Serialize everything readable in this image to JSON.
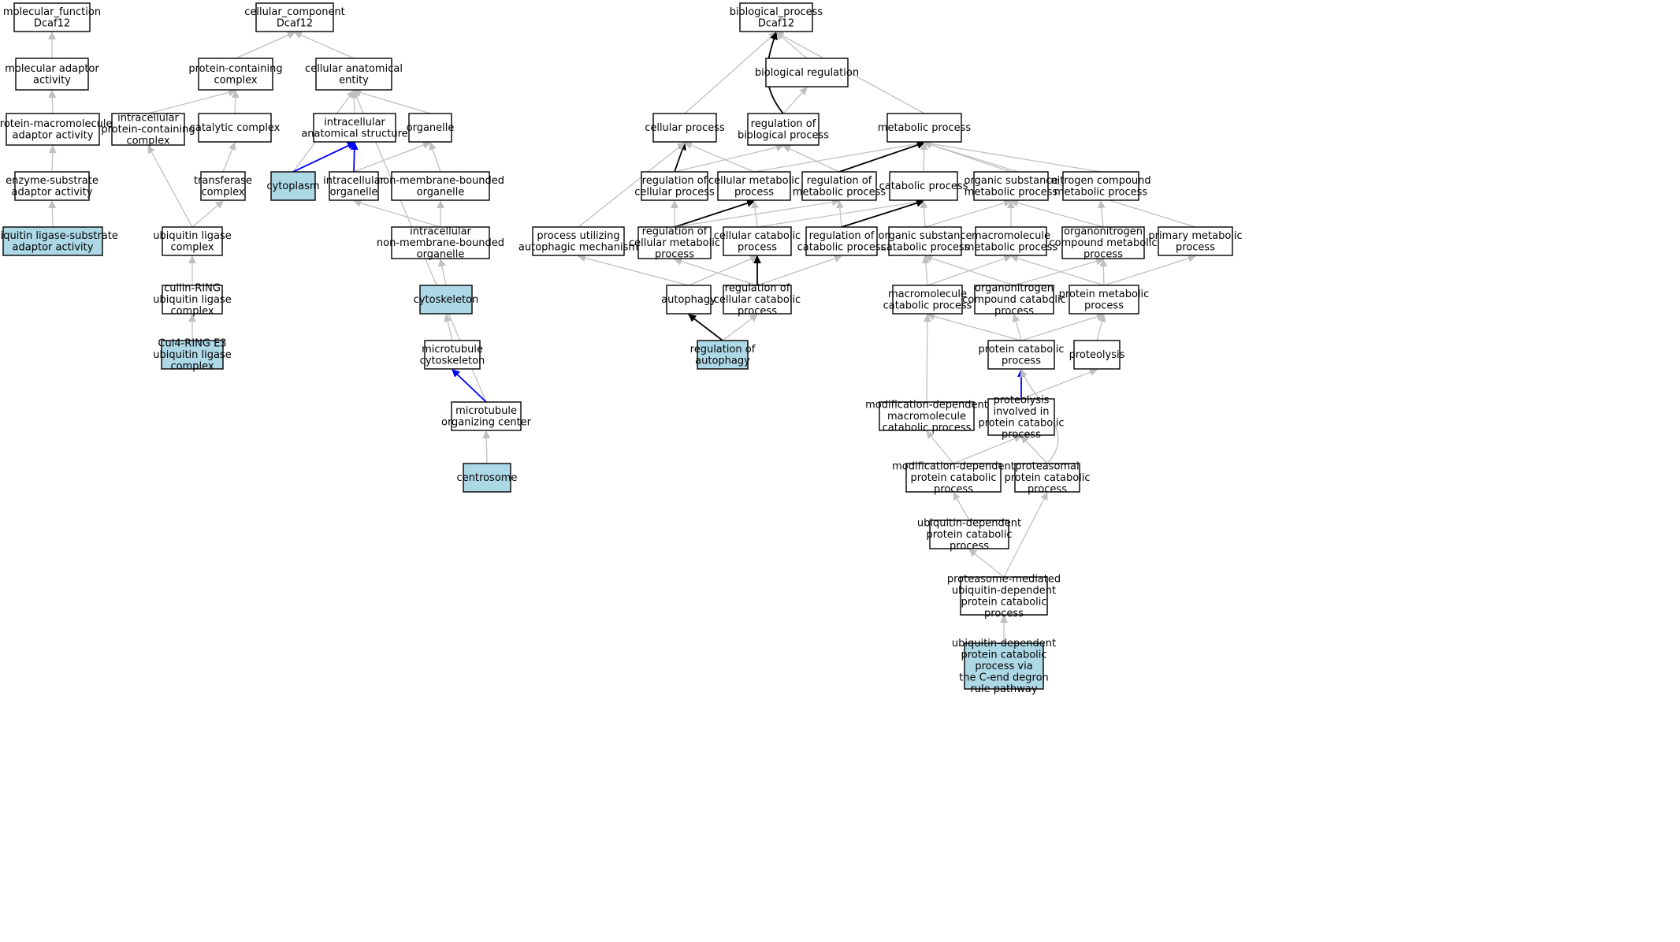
{
  "colors": {
    "default_fill": "#ffffff",
    "highlight_fill": "#add8e6",
    "gray_edge": "#c0c0c0",
    "black_edge": "#000000",
    "blue_edge": "#0000ff"
  },
  "nodes": [
    {
      "id": "mf_root",
      "lines": [
        "molecular_function",
        "Dcaf12"
      ],
      "hl": false
    },
    {
      "id": "mol_adaptor",
      "lines": [
        "molecular adaptor",
        "activity"
      ],
      "hl": false
    },
    {
      "id": "prot_macro_adaptor",
      "lines": [
        "protein-macromolecule",
        "adaptor activity"
      ],
      "hl": false
    },
    {
      "id": "enz_sub_adaptor",
      "lines": [
        "enzyme-substrate",
        "adaptor activity"
      ],
      "hl": false
    },
    {
      "id": "ubl_sub_adaptor",
      "lines": [
        "ubiquitin ligase-substrate",
        "adaptor activity"
      ],
      "hl": true
    },
    {
      "id": "cc_root",
      "lines": [
        "cellular_component",
        "Dcaf12"
      ],
      "hl": false
    },
    {
      "id": "prot_cont_complex",
      "lines": [
        "protein-containing",
        "complex"
      ],
      "hl": false
    },
    {
      "id": "cell_anat_entity",
      "lines": [
        "cellular anatomical",
        "entity"
      ],
      "hl": false
    },
    {
      "id": "intra_prot_cont",
      "lines": [
        "intracellular",
        "protein-containing",
        "complex"
      ],
      "hl": false
    },
    {
      "id": "catalytic_complex",
      "lines": [
        "catalytic complex"
      ],
      "hl": false
    },
    {
      "id": "intra_anat_struct",
      "lines": [
        "intracellular",
        "anatomical structure"
      ],
      "hl": false
    },
    {
      "id": "organelle",
      "lines": [
        "organelle"
      ],
      "hl": false
    },
    {
      "id": "transferase_complex",
      "lines": [
        "transferase",
        "complex"
      ],
      "hl": false
    },
    {
      "id": "cytoplasm",
      "lines": [
        "cytoplasm"
      ],
      "hl": true
    },
    {
      "id": "intra_organelle",
      "lines": [
        "intracellular",
        "organelle"
      ],
      "hl": false
    },
    {
      "id": "nonmem_organelle",
      "lines": [
        "non-membrane-bounded",
        "organelle"
      ],
      "hl": false
    },
    {
      "id": "ubl_complex",
      "lines": [
        "ubiquitin ligase",
        "complex"
      ],
      "hl": false
    },
    {
      "id": "intra_nonmem_organelle",
      "lines": [
        "intracellular",
        "non-membrane-bounded",
        "organelle"
      ],
      "hl": false
    },
    {
      "id": "cullin_ring",
      "lines": [
        "cullin-RING",
        "ubiquitin ligase",
        "complex"
      ],
      "hl": false
    },
    {
      "id": "cytoskeleton",
      "lines": [
        "cytoskeleton"
      ],
      "hl": true
    },
    {
      "id": "cul4_ring",
      "lines": [
        "Cul4-RING E3",
        "ubiquitin ligase",
        "complex"
      ],
      "hl": true
    },
    {
      "id": "mt_cytoskeleton",
      "lines": [
        "microtubule",
        "cytoskeleton"
      ],
      "hl": false
    },
    {
      "id": "mtoc",
      "lines": [
        "microtubule",
        "organizing center"
      ],
      "hl": false
    },
    {
      "id": "centrosome",
      "lines": [
        "centrosome"
      ],
      "hl": true
    },
    {
      "id": "bp_root",
      "lines": [
        "biological_process",
        "Dcaf12"
      ],
      "hl": false
    },
    {
      "id": "bio_reg",
      "lines": [
        "biological regulation"
      ],
      "hl": false
    },
    {
      "id": "cell_proc",
      "lines": [
        "cellular process"
      ],
      "hl": false
    },
    {
      "id": "reg_bio_proc",
      "lines": [
        "regulation of",
        "biological process"
      ],
      "hl": false
    },
    {
      "id": "metab_proc",
      "lines": [
        "metabolic process"
      ],
      "hl": false
    },
    {
      "id": "reg_cell_proc",
      "lines": [
        "regulation of",
        "cellular process"
      ],
      "hl": false
    },
    {
      "id": "cell_metab_proc",
      "lines": [
        "cellular metabolic",
        "process"
      ],
      "hl": false
    },
    {
      "id": "reg_metab_proc",
      "lines": [
        "regulation of",
        "metabolic process"
      ],
      "hl": false
    },
    {
      "id": "catab_proc",
      "lines": [
        "catabolic process"
      ],
      "hl": false
    },
    {
      "id": "org_sub_metab",
      "lines": [
        "organic substance",
        "metabolic process"
      ],
      "hl": false
    },
    {
      "id": "nitrogen_metab",
      "lines": [
        "nitrogen compound",
        "metabolic process"
      ],
      "hl": false
    },
    {
      "id": "proc_autophagic",
      "lines": [
        "process utilizing",
        "autophagic mechanism"
      ],
      "hl": false
    },
    {
      "id": "reg_cell_metab",
      "lines": [
        "regulation of",
        "cellular metabolic",
        "process"
      ],
      "hl": false
    },
    {
      "id": "cell_catab_proc",
      "lines": [
        "cellular catabolic",
        "process"
      ],
      "hl": false
    },
    {
      "id": "reg_catab_proc",
      "lines": [
        "regulation of",
        "catabolic process"
      ],
      "hl": false
    },
    {
      "id": "org_sub_catab",
      "lines": [
        "organic substance",
        "catabolic process"
      ],
      "hl": false
    },
    {
      "id": "macro_metab",
      "lines": [
        "macromolecule",
        "metabolic process"
      ],
      "hl": false
    },
    {
      "id": "orgnitro_metab",
      "lines": [
        "organonitrogen",
        "compound metabolic",
        "process"
      ],
      "hl": false
    },
    {
      "id": "primary_metab",
      "lines": [
        "primary metabolic",
        "process"
      ],
      "hl": false
    },
    {
      "id": "autophagy",
      "lines": [
        "autophagy"
      ],
      "hl": false
    },
    {
      "id": "reg_cell_catab",
      "lines": [
        "regulation of",
        "cellular catabolic",
        "process"
      ],
      "hl": false
    },
    {
      "id": "macro_catab",
      "lines": [
        "macromolecule",
        "catabolic process"
      ],
      "hl": false
    },
    {
      "id": "orgnitro_catab",
      "lines": [
        "organonitrogen",
        "compound catabolic",
        "process"
      ],
      "hl": false
    },
    {
      "id": "prot_metab",
      "lines": [
        "protein metabolic",
        "process"
      ],
      "hl": false
    },
    {
      "id": "reg_autophagy",
      "lines": [
        "regulation of",
        "autophagy"
      ],
      "hl": true
    },
    {
      "id": "prot_catab",
      "lines": [
        "protein catabolic",
        "process"
      ],
      "hl": false
    },
    {
      "id": "proteolysis",
      "lines": [
        "proteolysis"
      ],
      "hl": false
    },
    {
      "id": "mod_dep_macro_catab",
      "lines": [
        "modification-dependent",
        "macromolecule",
        "catabolic process"
      ],
      "hl": false
    },
    {
      "id": "proteolysis_prot_catab",
      "lines": [
        "proteolysis",
        "involved in",
        "protein catabolic",
        "process"
      ],
      "hl": false
    },
    {
      "id": "mod_dep_prot_catab",
      "lines": [
        "modification-dependent",
        "protein catabolic",
        "process"
      ],
      "hl": false
    },
    {
      "id": "proteasomal_catab",
      "lines": [
        "proteasomal",
        "protein catabolic",
        "process"
      ],
      "hl": false
    },
    {
      "id": "ubq_dep_prot_catab",
      "lines": [
        "ubiquitin-dependent",
        "protein catabolic",
        "process"
      ],
      "hl": false
    },
    {
      "id": "proteasome_ubq",
      "lines": [
        "proteasome-mediated",
        "ubiquitin-dependent",
        "protein catabolic",
        "process"
      ],
      "hl": false
    },
    {
      "id": "ubq_cend",
      "lines": [
        "ubiquitin-dependent",
        "protein catabolic",
        "process via",
        "the C-end degron",
        "rule pathway"
      ],
      "hl": true
    }
  ],
  "edges": [
    {
      "from": "mol_adaptor",
      "to": "mf_root",
      "c": "gray"
    },
    {
      "from": "prot_macro_adaptor",
      "to": "mol_adaptor",
      "c": "gray"
    },
    {
      "from": "enz_sub_adaptor",
      "to": "prot_macro_adaptor",
      "c": "gray"
    },
    {
      "from": "ubl_sub_adaptor",
      "to": "enz_sub_adaptor",
      "c": "gray"
    },
    {
      "from": "prot_cont_complex",
      "to": "cc_root",
      "c": "gray"
    },
    {
      "from": "cell_anat_entity",
      "to": "cc_root",
      "c": "gray"
    },
    {
      "from": "intra_prot_cont",
      "to": "prot_cont_complex",
      "c": "gray"
    },
    {
      "from": "catalytic_complex",
      "to": "prot_cont_complex",
      "c": "gray"
    },
    {
      "from": "intra_anat_struct",
      "to": "cell_anat_entity",
      "c": "gray"
    },
    {
      "from": "organelle",
      "to": "cell_anat_entity",
      "c": "gray"
    },
    {
      "from": "cytoplasm",
      "to": "cell_anat_entity",
      "c": "gray"
    },
    {
      "from": "mtoc",
      "to": "cell_anat_entity",
      "c": "gray"
    },
    {
      "from": "transferase_complex",
      "to": "catalytic_complex",
      "c": "gray"
    },
    {
      "from": "cytoplasm",
      "to": "intra_anat_struct",
      "c": "blue"
    },
    {
      "from": "intra_organelle",
      "to": "intra_anat_struct",
      "c": "blue"
    },
    {
      "from": "intra_organelle",
      "to": "organelle",
      "c": "gray"
    },
    {
      "from": "nonmem_organelle",
      "to": "organelle",
      "c": "gray"
    },
    {
      "from": "ubl_complex",
      "to": "transferase_complex",
      "c": "gray"
    },
    {
      "from": "ubl_complex",
      "to": "intra_prot_cont",
      "c": "gray"
    },
    {
      "from": "intra_nonmem_organelle",
      "to": "intra_organelle",
      "c": "gray"
    },
    {
      "from": "intra_nonmem_organelle",
      "to": "nonmem_organelle",
      "c": "gray"
    },
    {
      "from": "cullin_ring",
      "to": "ubl_complex",
      "c": "gray"
    },
    {
      "from": "cytoskeleton",
      "to": "intra_nonmem_organelle",
      "c": "gray"
    },
    {
      "from": "cul4_ring",
      "to": "cullin_ring",
      "c": "gray"
    },
    {
      "from": "mt_cytoskeleton",
      "to": "cytoskeleton",
      "c": "gray"
    },
    {
      "from": "mtoc",
      "to": "mt_cytoskeleton",
      "c": "blue"
    },
    {
      "from": "centrosome",
      "to": "mtoc",
      "c": "gray"
    },
    {
      "from": "bio_reg",
      "to": "bp_root",
      "c": "gray"
    },
    {
      "from": "cell_proc",
      "to": "bp_root",
      "c": "gray"
    },
    {
      "from": "reg_bio_proc",
      "to": "bp_root",
      "c": "black",
      "curve": true
    },
    {
      "from": "metab_proc",
      "to": "bp_root",
      "c": "gray"
    },
    {
      "from": "reg_bio_proc",
      "to": "bio_reg",
      "c": "gray"
    },
    {
      "from": "reg_cell_proc",
      "to": "cell_proc",
      "c": "black"
    },
    {
      "from": "reg_cell_proc",
      "to": "reg_bio_proc",
      "c": "gray"
    },
    {
      "from": "cell_metab_proc",
      "to": "cell_proc",
      "c": "gray"
    },
    {
      "from": "cell_metab_proc",
      "to": "metab_proc",
      "c": "gray"
    },
    {
      "from": "reg_metab_proc",
      "to": "reg_bio_proc",
      "c": "gray"
    },
    {
      "from": "reg_metab_proc",
      "to": "metab_proc",
      "c": "black"
    },
    {
      "from": "catab_proc",
      "to": "metab_proc",
      "c": "gray"
    },
    {
      "from": "org_sub_metab",
      "to": "metab_proc",
      "c": "gray"
    },
    {
      "from": "nitrogen_metab",
      "to": "metab_proc",
      "c": "gray"
    },
    {
      "from": "primary_metab",
      "to": "metab_proc",
      "c": "gray"
    },
    {
      "from": "proc_autophagic",
      "to": "cell_proc",
      "c": "gray"
    },
    {
      "from": "reg_cell_metab",
      "to": "reg_cell_proc",
      "c": "gray"
    },
    {
      "from": "reg_cell_metab",
      "to": "cell_metab_proc",
      "c": "black"
    },
    {
      "from": "reg_cell_metab",
      "to": "reg_metab_proc",
      "c": "gray"
    },
    {
      "from": "cell_catab_proc",
      "to": "cell_metab_proc",
      "c": "gray"
    },
    {
      "from": "cell_catab_proc",
      "to": "catab_proc",
      "c": "gray"
    },
    {
      "from": "reg_catab_proc",
      "to": "reg_metab_proc",
      "c": "gray"
    },
    {
      "from": "reg_catab_proc",
      "to": "catab_proc",
      "c": "black"
    },
    {
      "from": "org_sub_catab",
      "to": "catab_proc",
      "c": "gray"
    },
    {
      "from": "org_sub_catab",
      "to": "org_sub_metab",
      "c": "gray"
    },
    {
      "from": "macro_metab",
      "to": "org_sub_metab",
      "c": "gray"
    },
    {
      "from": "orgnitro_metab",
      "to": "org_sub_metab",
      "c": "gray"
    },
    {
      "from": "orgnitro_metab",
      "to": "nitrogen_metab",
      "c": "gray"
    },
    {
      "from": "autophagy",
      "to": "proc_autophagic",
      "c": "gray"
    },
    {
      "from": "autophagy",
      "to": "cell_catab_proc",
      "c": "gray"
    },
    {
      "from": "reg_cell_catab",
      "to": "reg_cell_metab",
      "c": "gray"
    },
    {
      "from": "reg_cell_catab",
      "to": "cell_catab_proc",
      "c": "black"
    },
    {
      "from": "reg_cell_catab",
      "to": "reg_catab_proc",
      "c": "gray"
    },
    {
      "from": "macro_catab",
      "to": "org_sub_catab",
      "c": "gray"
    },
    {
      "from": "macro_catab",
      "to": "macro_metab",
      "c": "gray"
    },
    {
      "from": "orgnitro_catab",
      "to": "org_sub_catab",
      "c": "gray"
    },
    {
      "from": "orgnitro_catab",
      "to": "orgnitro_metab",
      "c": "gray"
    },
    {
      "from": "prot_metab",
      "to": "macro_metab",
      "c": "gray"
    },
    {
      "from": "prot_metab",
      "to": "orgnitro_metab",
      "c": "gray"
    },
    {
      "from": "prot_metab",
      "to": "primary_metab",
      "c": "gray"
    },
    {
      "from": "reg_autophagy",
      "to": "autophagy",
      "c": "black"
    },
    {
      "from": "reg_autophagy",
      "to": "reg_cell_catab",
      "c": "gray"
    },
    {
      "from": "prot_catab",
      "to": "macro_catab",
      "c": "gray"
    },
    {
      "from": "prot_catab",
      "to": "orgnitro_catab",
      "c": "gray"
    },
    {
      "from": "prot_catab",
      "to": "prot_metab",
      "c": "gray"
    },
    {
      "from": "proteolysis",
      "to": "prot_metab",
      "c": "gray"
    },
    {
      "from": "mod_dep_macro_catab",
      "to": "macro_catab",
      "c": "gray"
    },
    {
      "from": "proteolysis_prot_catab",
      "to": "prot_catab",
      "c": "blue"
    },
    {
      "from": "proteolysis_prot_catab",
      "to": "proteolysis",
      "c": "gray"
    },
    {
      "from": "mod_dep_prot_catab",
      "to": "mod_dep_macro_catab",
      "c": "gray"
    },
    {
      "from": "mod_dep_prot_catab",
      "to": "proteolysis_prot_catab",
      "c": "gray"
    },
    {
      "from": "proteasomal_catab",
      "to": "proteolysis_prot_catab",
      "c": "gray"
    },
    {
      "from": "proteasomal_catab",
      "to": "prot_catab",
      "c": "gray",
      "curve": true
    },
    {
      "from": "ubq_dep_prot_catab",
      "to": "mod_dep_prot_catab",
      "c": "gray"
    },
    {
      "from": "proteasome_ubq",
      "to": "ubq_dep_prot_catab",
      "c": "gray"
    },
    {
      "from": "proteasome_ubq",
      "to": "proteasomal_catab",
      "c": "gray"
    },
    {
      "from": "ubq_cend",
      "to": "proteasome_ubq",
      "c": "gray"
    }
  ]
}
